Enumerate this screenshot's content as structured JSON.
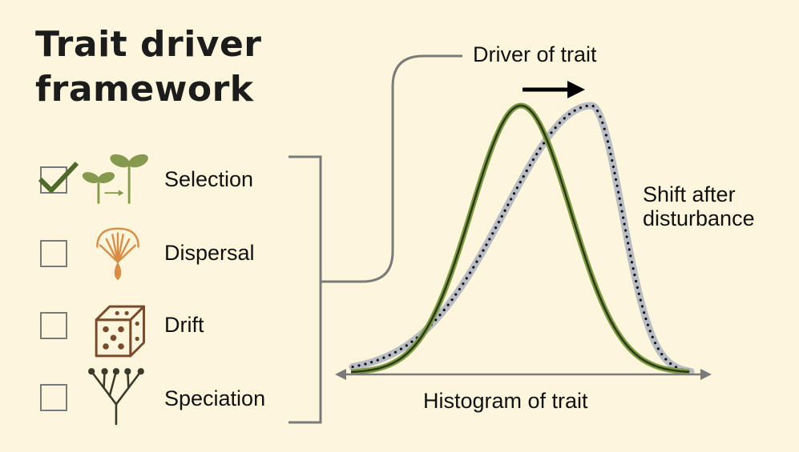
{
  "title": {
    "line1": "Trait driver",
    "line2": "framework"
  },
  "items": [
    {
      "label": "Selection",
      "checked": true,
      "icon": "seedling-icon",
      "color": "#869a4f"
    },
    {
      "label": "Dispersal",
      "checked": false,
      "icon": "parachute-seed-icon",
      "color": "#d98c45"
    },
    {
      "label": "Drift",
      "checked": false,
      "icon": "dice-icon",
      "color": "#7a4a2a"
    },
    {
      "label": "Speciation",
      "checked": false,
      "icon": "phylogeny-tree-icon",
      "color": "#3a3a2a"
    }
  ],
  "annotations": {
    "driver": "Driver of trait",
    "shift": [
      "Shift after",
      "disturbance"
    ],
    "histogram": "Histogram of trait"
  },
  "colors": {
    "background": "#fdf6dc",
    "original_curve": "#5f7a2f",
    "shifted_curve": "#b8bcc4",
    "axis": "#7a7a7a"
  }
}
